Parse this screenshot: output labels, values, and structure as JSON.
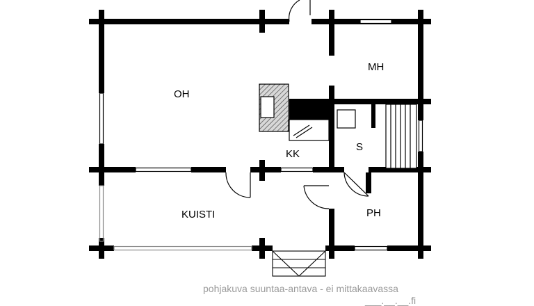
{
  "rooms": {
    "oh": "OH",
    "mh": "MH",
    "kk": "KK",
    "s": "S",
    "kuisti": "KUISTI",
    "ph": "PH"
  },
  "caption": "pohjakuva suuntaa-antava - ei mittakaavassa",
  "caption_partial": "___.__.__.fi",
  "colors": {
    "wall": "#000000",
    "window": "#ffffff",
    "fireplace_hatch": "#777777",
    "caption": "#9a9a9a"
  }
}
